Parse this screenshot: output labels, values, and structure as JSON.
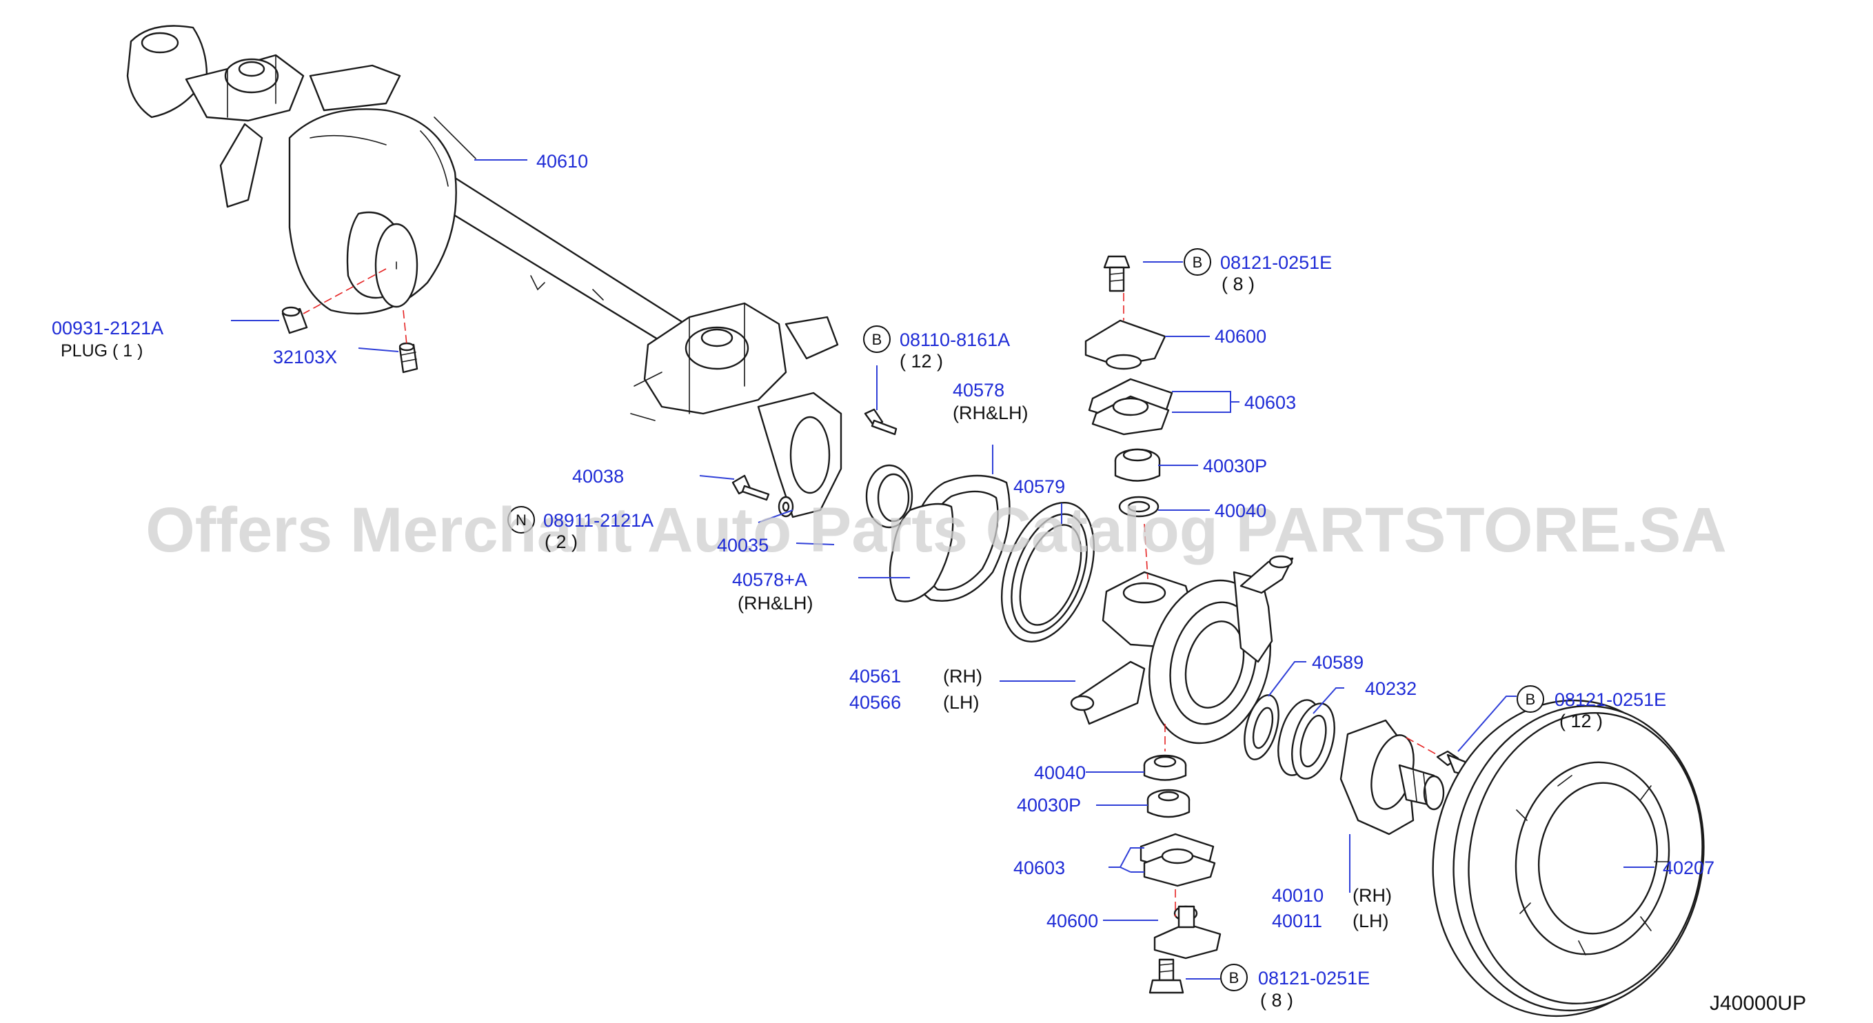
{
  "watermark": "Offers Merchant Auto Parts Catalog PARTSTORE.SA",
  "diagram_code": "J40000UP",
  "callouts": {
    "c40610": "40610",
    "c00931": "00931-2121A",
    "c00931_qty": "PLUG ( 1 )",
    "c32103": "32103X",
    "c08110": "08110-8161A",
    "c08110_marker": "B",
    "c08110_qty": "( 12 )",
    "c40578": "40578",
    "c40578_side": "(RH&LH)",
    "c40038": "40038",
    "c08911": "08911-2121A",
    "c08911_marker": "N",
    "c08911_qty": "( 2 )",
    "c40035": "40035",
    "c40579": "40579",
    "c40578A": "40578+A",
    "c40578A_side": "(RH&LH)",
    "c08121_top": "08121-0251E",
    "c08121_top_marker": "B",
    "c08121_top_qty": "( 8 )",
    "c40600_top": "40600",
    "c40603_top": "40603",
    "c40030P_top": "40030P",
    "c40040_top": "40040",
    "c40561": "40561",
    "c40561_side": "(RH)",
    "c40566": "40566",
    "c40566_side": "(LH)",
    "c40589": "40589",
    "c40232": "40232",
    "c08121_hub": "08121-0251E",
    "c08121_hub_marker": "B",
    "c08121_hub_qty": "( 12 )",
    "c40040_bot": "40040",
    "c40030P_bot": "40030P",
    "c40603_bot": "40603",
    "c40600_bot": "40600",
    "c08121_bot": "08121-0251E",
    "c08121_bot_marker": "B",
    "c08121_bot_qty": "( 8 )",
    "c40010": "40010",
    "c40010_side": "(RH)",
    "c40011": "40011",
    "c40011_side": "(LH)",
    "c40207": "40207"
  }
}
